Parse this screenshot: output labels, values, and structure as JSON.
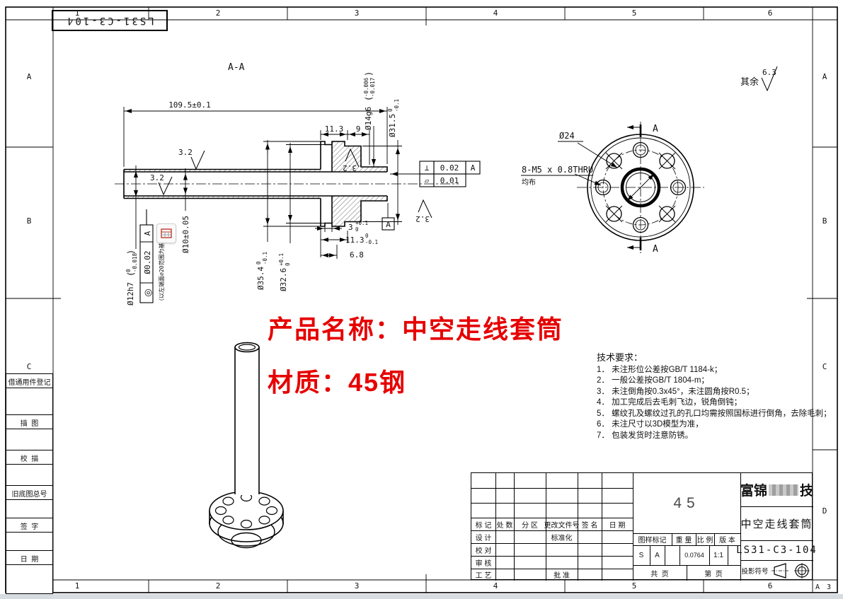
{
  "frame": {
    "top_zones": [
      "1",
      "2",
      "3",
      "4",
      "5",
      "6"
    ],
    "bottom_zones": [
      "1",
      "2",
      "3",
      "4",
      "5",
      "6"
    ],
    "left_zones": [
      "A",
      "B",
      "C"
    ],
    "right_zones": [
      "A",
      "B",
      "C",
      "D"
    ],
    "sheet_size": "A 3",
    "doc_box": "LS31-C3-104"
  },
  "chars": {
    "lp": "(",
    "rp": ")"
  },
  "sidebar": {
    "labels": [
      "借通用件登记",
      "描  图",
      "校  描",
      "旧底图总号",
      "签  字",
      "日  期"
    ]
  },
  "red_note": {
    "line1": "产品名称：中空走线套筒",
    "line2": "材质：45钢",
    "color": "#e60000"
  },
  "surface_note": {
    "label": "其余",
    "value": "6.3"
  },
  "section_view": {
    "label": "A-A",
    "finish": "3.2",
    "dims": {
      "length": "109.5±0.1",
      "d113top": "11.3",
      "d9": "9",
      "dia14": {
        "main": "Ø14g6",
        "upper": "-0.006",
        "lower": "-0.017"
      },
      "dia315": {
        "main": "Ø31.5",
        "upper": "0",
        "lower": "-0.1"
      },
      "dia12": {
        "main": "Ø12h7",
        "upper": "0",
        "lower": "-0.018"
      },
      "dia10": "Ø10±0.05",
      "dia354": {
        "main": "Ø35.4",
        "upper": "0",
        "lower": "-0.1"
      },
      "dia326": {
        "main": "Ø32.6",
        "upper": "+0.1",
        "lower": "0"
      },
      "d3": {
        "main": "3",
        "upper": "+0.1",
        "lower": "0"
      },
      "d113bot": {
        "main": "11.3",
        "upper": "0",
        "lower": "-0.1"
      },
      "d68": "6.8"
    },
    "fcf": {
      "perp_symbol": "⊥",
      "perp_value": "0.02",
      "perp_datum": "A",
      "flat_symbol": "▱",
      "flat_value": "0.01",
      "conc_symbol": "◎",
      "conc_value": "Ø0.02",
      "conc_datum": "A",
      "conc_note": "（以左端面⌀20范围为基准）"
    },
    "datum": "A"
  },
  "end_view": {
    "dia24": "Ø24",
    "thread": "8-M5 x 0.8THRU",
    "pattern": "均布",
    "section_letter": "A"
  },
  "tech": {
    "title": "技术要求：",
    "items": [
      "1． 未注形位公差按GB/T 1184-k；",
      "2． 一般公差按GB/T 1804-m；",
      "3． 未注倒角按0.3x45°，未注圆角按R0.5；",
      "4． 加工完成后去毛刺飞边，锐角倒钝；",
      "5． 螺纹孔及螺纹过孔的孔口均需按照国标进行倒角，去除毛刺；",
      "6． 未注尺寸以3D模型为准，",
      "7． 包装发货时注意防锈。"
    ]
  },
  "title_block": {
    "rev_header": [
      "标 记",
      "处 数",
      "分 区",
      "更改文件号",
      "签 名",
      "日 期"
    ],
    "row_design": "设 计",
    "row_check": "校 对",
    "row_audit": "审 核",
    "row_process": "工 艺",
    "std": "标准化",
    "approve": "批 准",
    "material": "45",
    "mark_header": [
      "图样标记",
      "重 量",
      "比 例",
      "版 本"
    ],
    "mark_s": "S",
    "mark_a": "A",
    "weight": "0.0764",
    "scale": "1:1",
    "pages_total": "共  页",
    "pages_no": "第  页",
    "company_prefix": "富锦",
    "company_suffix": "技",
    "part_name": "中空走线套筒",
    "drawing_no": "LS31-C3-104",
    "projection_label": "投影符号"
  }
}
